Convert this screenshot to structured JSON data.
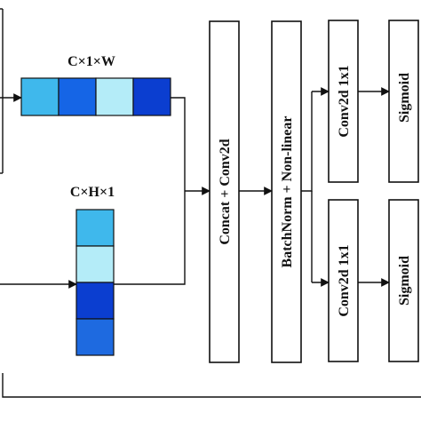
{
  "labels": {
    "cw": "C×1×W",
    "ch": "C×H×1",
    "concat": "Concat + Conv2d",
    "bn": "BatchNorm + Non-linear",
    "conv_top": "Conv2d 1x1",
    "conv_bottom": "Conv2d 1x1",
    "sig_top": "Sigmoid",
    "sig_bottom": "Sigmoid"
  },
  "colors": {
    "cw_cells": [
      "#3fb8ec",
      "#1565e6",
      "#b4ecf8",
      "#0b3ed0"
    ],
    "ch_cells": [
      "#3fb8ec",
      "#b4ecf8",
      "#0b3ed0",
      "#1e6ae0"
    ]
  }
}
